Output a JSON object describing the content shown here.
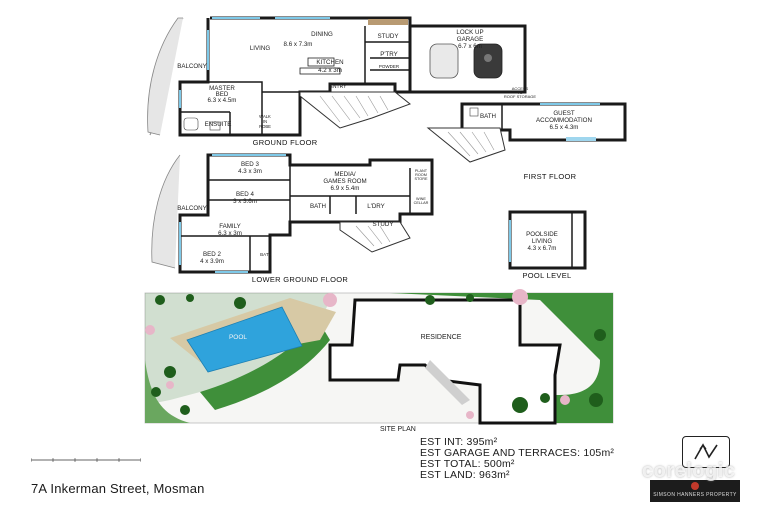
{
  "floors": {
    "ground_floor": {
      "title": "GROUND FLOOR",
      "rooms": {
        "balcony": "BALCONY",
        "dining": "DINING",
        "living": "LIVING",
        "living_dim": "8.6 x 7.3m",
        "study": "STUDY",
        "kitchen": "KITCHEN",
        "kitchen_dim": "4.2 x 3m",
        "ptry": "P'TRY",
        "powder": "POWDER",
        "garage": "LOCK UP",
        "garage2": "GARAGE",
        "garage_dim": "6.7 x 6m",
        "master": "MASTER",
        "master2": "BED",
        "master_dim": "6.3 x 4.5m",
        "ensuite": "ENSUITE",
        "walk_in": "WALK",
        "walk_in2": "IN",
        "robe": "ROBE",
        "entry": "ENTRY"
      }
    },
    "first_floor": {
      "title": "FIRST FLOOR",
      "rooms": {
        "access": "ACCESS",
        "access2": "TO",
        "access3": "ROOF STORAGE",
        "bath": "BATH",
        "guest": "GUEST",
        "guest2": "ACCOMMODATION",
        "guest_dim": "6.5 x 4.3m"
      }
    },
    "lower_ground_floor": {
      "title": "LOWER GROUND FLOOR",
      "rooms": {
        "bed3": "BED 3",
        "bed3_dim": "4.3 x 3m",
        "bed4": "BED 4",
        "bed4_dim": "3 x 3.6m",
        "balcony": "BALCONY",
        "media": "MEDIA/",
        "media2": "GAMES ROOM",
        "media_dim": "6.9 x 5.4m",
        "plant": "PLANT",
        "plant2": "ROOM",
        "plant3": "STORE",
        "bath": "BATH",
        "lory": "L'DRY",
        "wine": "WINE",
        "wine2": "CELLAR",
        "study": "STUDY",
        "family": "FAMILY",
        "family_dim": "6.3 x 3m",
        "bed2": "BED 2",
        "bed2_dim": "4 x 3.9m",
        "bath2": "BATH"
      }
    },
    "pool_level": {
      "title": "POOL LEVEL",
      "rooms": {
        "poolside": "POOLSIDE",
        "poolside2": "LIVING",
        "poolside_dim": "4.3 x 6.7m"
      }
    }
  },
  "site_plan": {
    "title": "SITE PLAN",
    "pool": "POOL",
    "residence": "RESIDENCE"
  },
  "stats": {
    "int": "EST INT: 395m²",
    "garage": "EST GARAGE AND TERRACES: 105m²",
    "total": "EST TOTAL: 500m²",
    "land": "EST LAND: 963m²"
  },
  "address": "7A Inkerman Street, Mosman",
  "watermark": "corelogic",
  "logo": {
    "line1": "SIMSON HANNERS",
    "line2": "PROPERTY"
  },
  "colors": {
    "lawn": "#3f8f3a",
    "pool_water": "#2fa3dc",
    "pool_deck": "#d7c9a5",
    "window": "#7ec9e8",
    "wall": "#1a1a1a"
  }
}
